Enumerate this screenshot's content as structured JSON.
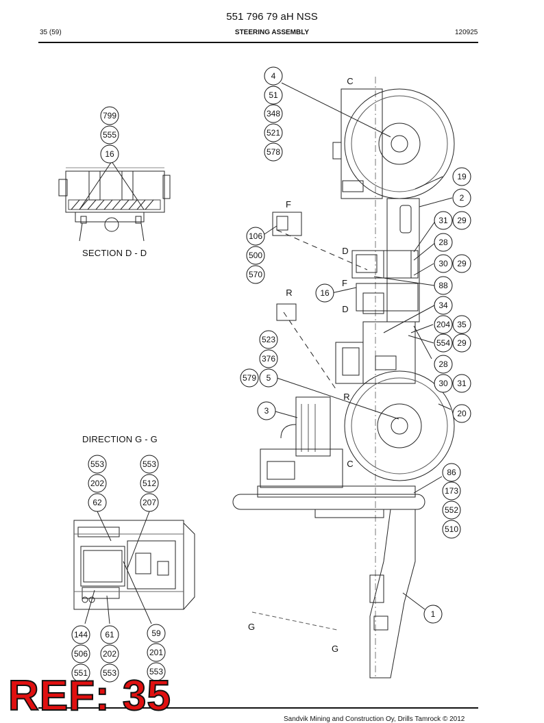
{
  "header": {
    "doc_title": "551 796 79 aH NSS",
    "page": "35 (59)",
    "section": "STEERING ASSEMBLY",
    "code": "120925"
  },
  "captions": {
    "section_dd": "SECTION D - D",
    "direction_gg": "DIRECTION G - G"
  },
  "letters": {
    "c": "C",
    "d": "D",
    "f": "F",
    "r": "R",
    "g": "G"
  },
  "bubbles": {
    "dd": [
      "799",
      "555",
      "16"
    ],
    "main_top": [
      "4",
      "51",
      "348",
      "521",
      "578"
    ],
    "b19": "19",
    "b2": "2",
    "b31": "31",
    "b29": "29",
    "b28": "28",
    "b30": "30",
    "b88": "88",
    "b34": "34",
    "b204": "204",
    "b35": "35",
    "b554": "554",
    "b20": "20",
    "b1": "1",
    "b3": "3",
    "b5": "5",
    "b579": "579",
    "b523": "523",
    "b376": "376",
    "b16": "16",
    "b106": "106",
    "b500": "500",
    "b570": "570",
    "b86": "86",
    "b173": "173",
    "b552": "552",
    "b510": "510",
    "gg_left": [
      "553",
      "202",
      "62"
    ],
    "gg_right": [
      "553",
      "512",
      "207"
    ],
    "gg_b1": [
      "144",
      "506",
      "551"
    ],
    "gg_b2": [
      "61",
      "202",
      "553"
    ],
    "gg_b3": [
      "59",
      "201",
      "553"
    ]
  },
  "footer": "Sandvik Mining and Construction Oy, Drills Tamrock © 2012",
  "ref_label": "REF: 35"
}
